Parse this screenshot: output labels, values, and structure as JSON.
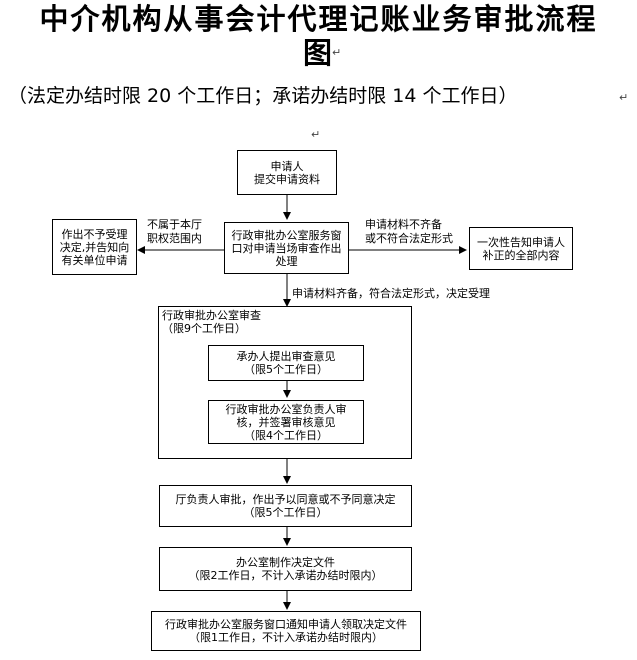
{
  "title": {
    "line1": "中介机构从事会计代理记账业务审批流程",
    "line2": "图"
  },
  "subtitle": "（法定办结时限 20 个工作日；承诺办结时限 14 个工作日）",
  "nodes": {
    "apply": [
      "申请人",
      "提交申请资料"
    ],
    "window": [
      "行政审批办公室服务窗",
      "口对申请当场审查作出",
      "处理"
    ],
    "reject": [
      "作出不予受理",
      "决定,并告知向",
      "有关单位申请"
    ],
    "notify": [
      "一次性告知申请人",
      "补正的全部内容"
    ],
    "review_header": [
      "行政审批办公室审查",
      "（限9个工作日）"
    ],
    "handler": [
      "承办人提出审查意见",
      "（限5个工作日）"
    ],
    "office_head": [
      "行政审批办公室负责人审",
      "核，并签署审核意见",
      "（限4个工作日）"
    ],
    "dept_head": [
      "厅负责人审批，作出予以同意或不予同意决定",
      "（限5个工作日）"
    ],
    "make_doc": [
      "办公室制作决定文件",
      "（限2工作日，不计入承诺办结时限内）"
    ],
    "deliver": [
      "行政审批办公室服务窗口通知申请人领取决定文件",
      "（限1工作日，不计入承诺办结时限内）"
    ]
  },
  "edge_labels": {
    "not_scope": [
      "不属于本厅",
      "职权范围内"
    ],
    "incomplete": [
      "申请材料不齐备",
      "或不符合法定形式"
    ],
    "accepted": "申请材料齐备，符合法定形式，决定受理"
  }
}
